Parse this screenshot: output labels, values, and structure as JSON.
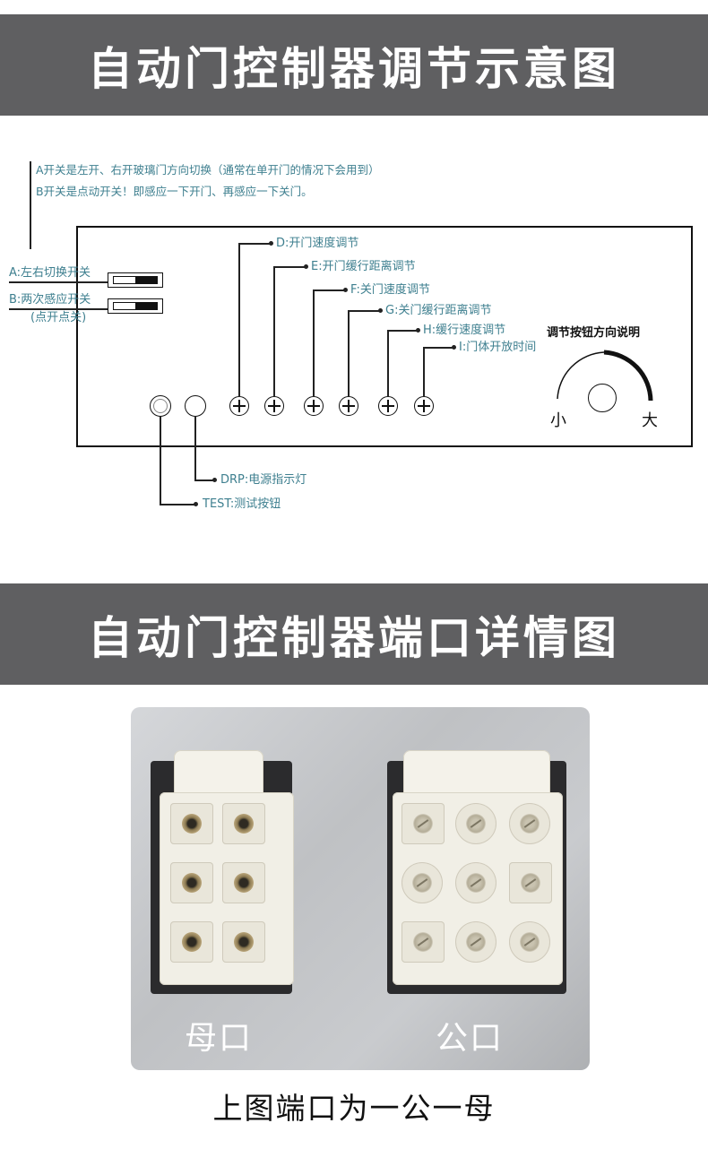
{
  "banner1": {
    "title": "自动门控制器调节示意图"
  },
  "banner2": {
    "title": "自动门控制器端口详情图"
  },
  "diagram": {
    "notes": [
      "A开关是左开、右开玻璃门方向切换（通常在单开门的情况下会用到）",
      "B开关是点动开关！即感应一下开门、再感应一下关门。"
    ],
    "switches": [
      {
        "label": "A:左右切换开关"
      },
      {
        "label": "B:两次感应开关",
        "sub": "(点开点关)"
      }
    ],
    "knobs": [
      {
        "label": "D:开门速度调节"
      },
      {
        "label": "E:开门缓行距离调节"
      },
      {
        "label": "F:关门速度调节"
      },
      {
        "label": "G:关门缓行距离调节"
      },
      {
        "label": "H:缓行速度调节"
      },
      {
        "label": "I:门体开放时间"
      }
    ],
    "drp_label": "DRP:电源指示灯",
    "test_label": "TEST:测试按钮",
    "direction": {
      "title": "调节按钮方向说明",
      "small": "小",
      "big": "大"
    }
  },
  "ports": {
    "female": {
      "label": "母口"
    },
    "male": {
      "label": "公口"
    },
    "caption": "上图端口为一公一母"
  },
  "colors": {
    "banner": "#5f5f61",
    "annotation": "#3e7f8f"
  }
}
